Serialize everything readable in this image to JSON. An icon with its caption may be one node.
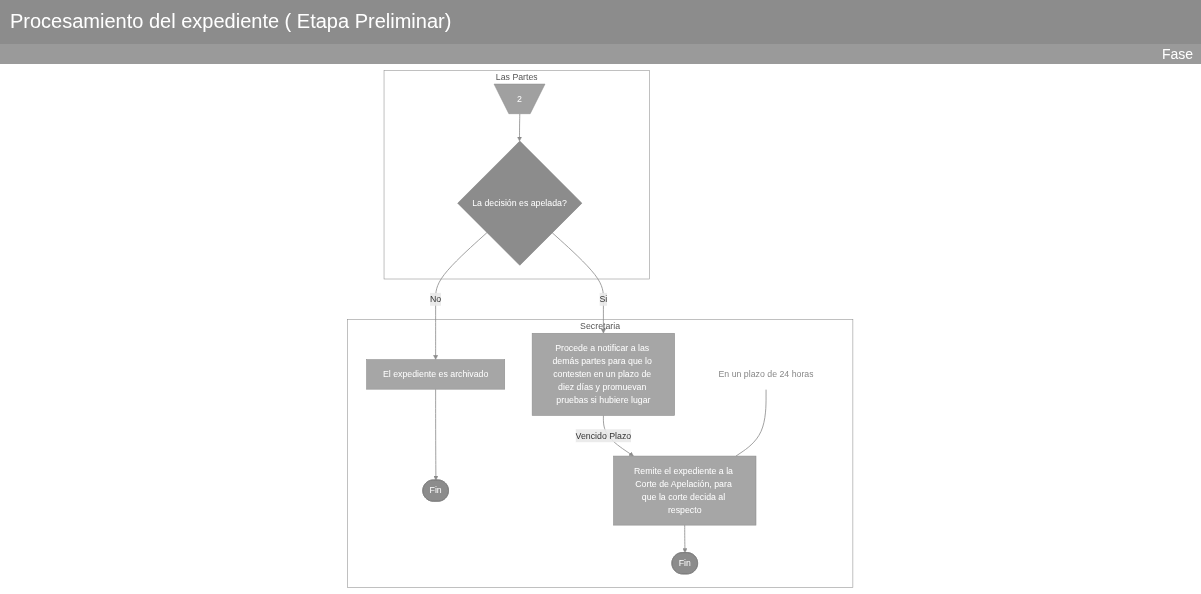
{
  "diagram": {
    "title": "Procesamiento del expediente ( Etapa Preliminar)",
    "nodes": [
      {
        "text": [
          "Las Partes"
        ]
      },
      {
        "text": [
          "2"
        ],
        "in": 0
      },
      {
        "text": [
          "La decisión es apelada?"
        ],
        "in": 0
      },
      {
        "text": [
          "Secretaria"
        ]
      },
      {
        "text": [
          "Procede a notificar a las demás partes para que lo contesten en un plazo de diez días y promuevan pruebas si hubiere lugar"
        ],
        "in": 3
      },
      {
        "text": [
          "El expediente es archivado"
        ],
        "in": 3
      },
      {
        "text": [
          "Fin"
        ],
        "in": 3
      },
      {
        "text": [
          "Remite el expediente a la Corte de Apelación, para que la corte decida al respecto"
        ],
        "in": 3
      },
      {
        "text": [
          "En un plazo de 24 horas"
        ],
        "in": 3
      },
      {
        "text": [
          "Fin"
        ],
        "in": 3
      }
    ],
    "edges": [
      {
        "from": 1,
        "to": 2,
        "arrow": "to"
      },
      {
        "from": 2,
        "to": 4,
        "arrow": "to",
        "label": "Si"
      },
      {
        "from": 2,
        "to": 5,
        "arrow": "to",
        "label": "No"
      },
      {
        "from": 5,
        "to": 6,
        "arrow": "to"
      },
      {
        "from": 4,
        "to": 7,
        "arrow": "to",
        "label": "Vencido Plazo"
      },
      {
        "from": 7,
        "to": 9,
        "arrow": "to"
      },
      {
        "from": 8,
        "to": 7,
        "arrow": "none"
      }
    ],
    "labels": [
      "Fase"
    ]
  }
}
